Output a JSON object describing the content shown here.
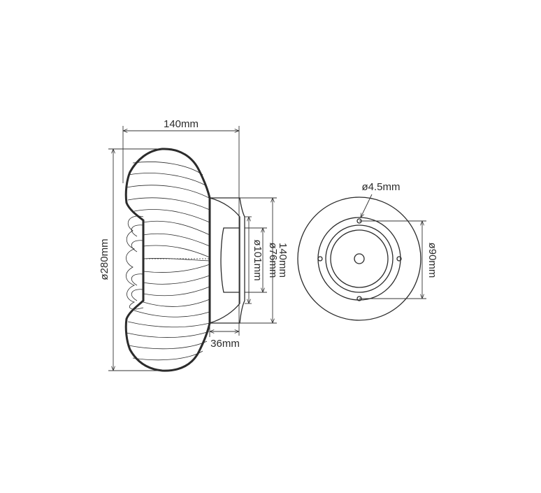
{
  "drawing": {
    "side_view": {
      "width_label": "140mm",
      "diameter_label": "ø280mm",
      "base_depth_label": "36mm",
      "inner_diameter_label": "ø76mm",
      "mid_diameter_label": "ø101mm",
      "base_height_label": "140mm"
    },
    "front_view": {
      "hole_label": "ø4.5mm",
      "hole_spacing_label": "ø90mm"
    }
  }
}
